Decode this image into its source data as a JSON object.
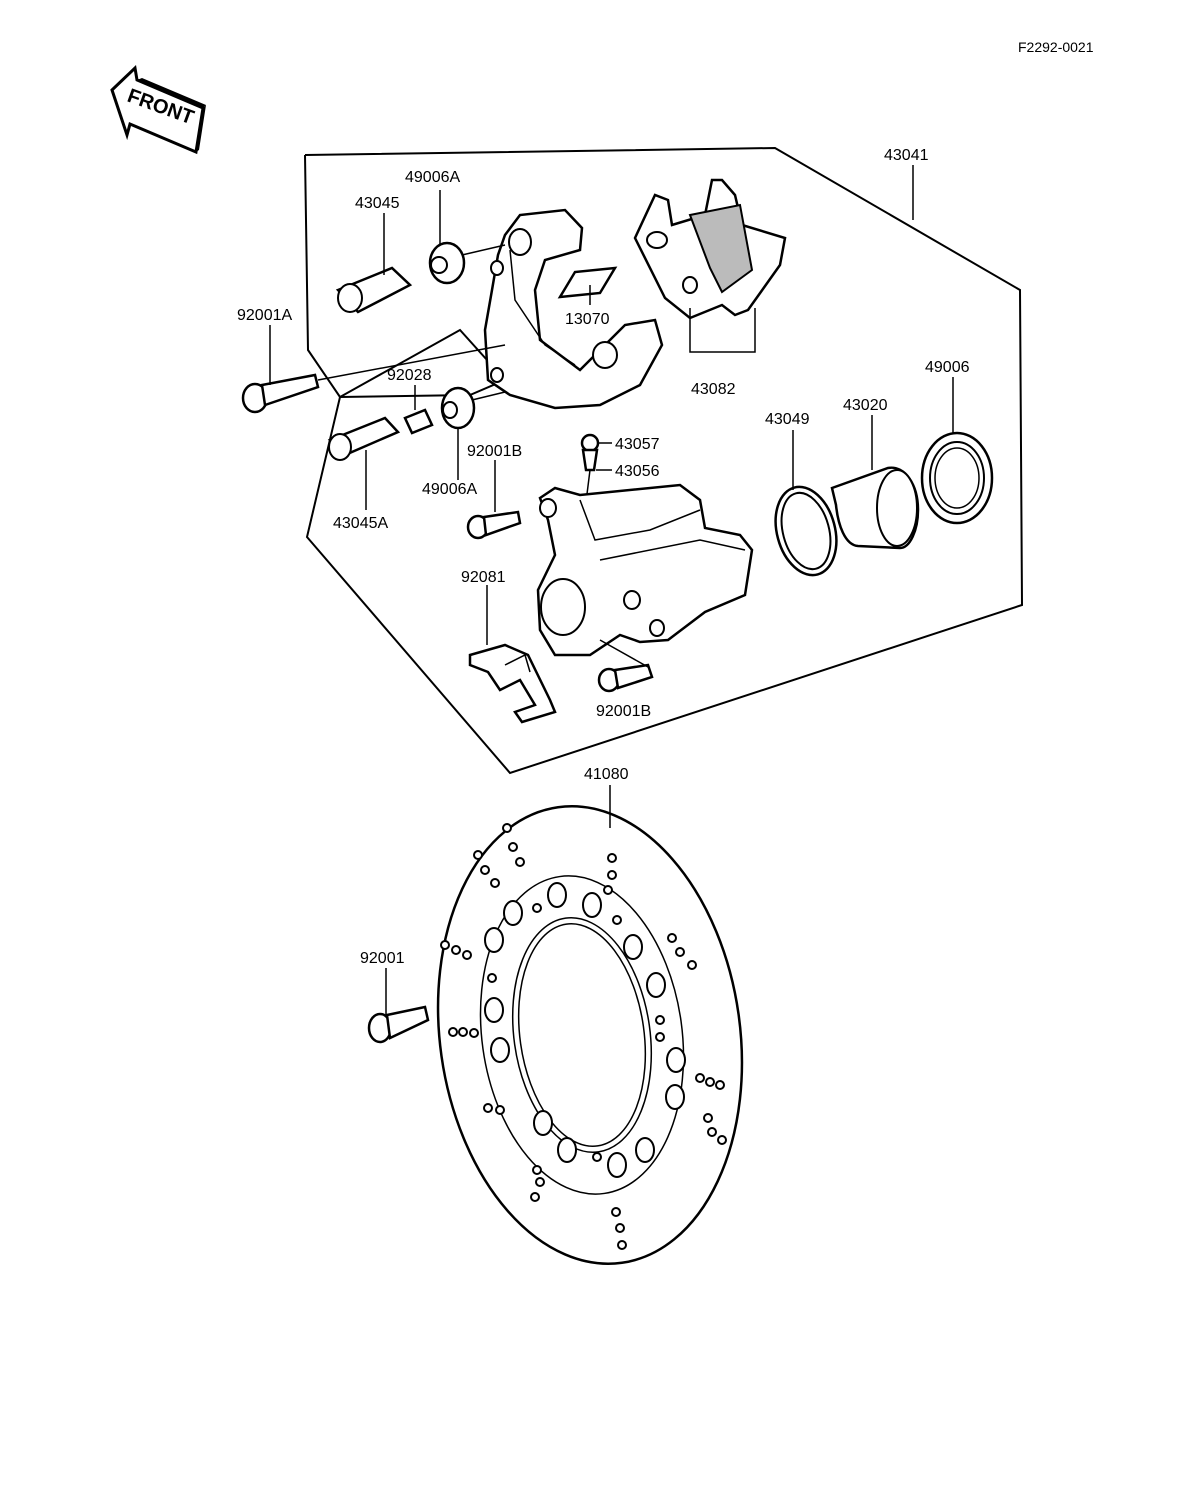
{
  "drawing_code": "F2292-0021",
  "front_label": "FRONT",
  "labels": {
    "assembly": "43041",
    "pin_main": "43045",
    "boot_upper": "49006A",
    "bolt_a": "92001A",
    "spring_pad": "13070",
    "pads": "43082",
    "bushing": "92028",
    "pin_lower": "43045A",
    "boot_lower": "49006A",
    "bolt_b_upper": "92001B",
    "cap": "43057",
    "bleeder": "43056",
    "spring_clip": "92081",
    "bolt_b_lower": "92001B",
    "seal_piston": "43049",
    "piston": "43020",
    "seal_dust": "49006",
    "disc": "41080",
    "disc_bolt": "92001"
  }
}
